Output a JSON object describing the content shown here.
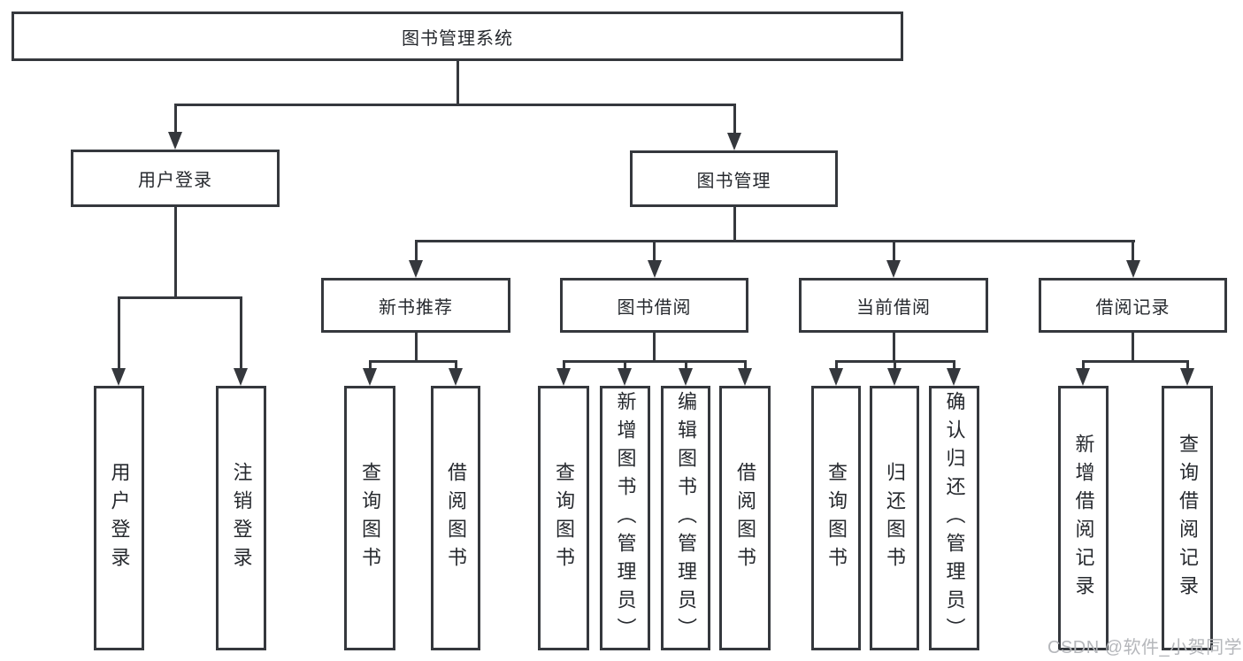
{
  "diagram": {
    "root": {
      "label": "图书管理系统"
    },
    "branches": [
      {
        "label": "用户登录",
        "children": [
          {
            "label": "用户登录"
          },
          {
            "label": "注销登录"
          }
        ]
      },
      {
        "label": "图书管理",
        "children": [
          {
            "label": "新书推荐",
            "children": [
              {
                "label": "查询图书"
              },
              {
                "label": "借阅图书"
              }
            ]
          },
          {
            "label": "图书借阅",
            "children": [
              {
                "label": "查询图书"
              },
              {
                "label": "新增图书（管理员）"
              },
              {
                "label": "编辑图书（管理员）"
              },
              {
                "label": "借阅图书"
              }
            ]
          },
          {
            "label": "当前借阅",
            "children": [
              {
                "label": "查询图书"
              },
              {
                "label": "归还图书"
              },
              {
                "label": "确认归还（管理员）"
              }
            ]
          },
          {
            "label": "借阅记录",
            "children": [
              {
                "label": "新增借阅记录"
              },
              {
                "label": "查询借阅记录"
              }
            ]
          }
        ]
      }
    ]
  },
  "watermark": {
    "text": "CSDN @软件_小贺同学"
  },
  "colors": {
    "line": "#35383d",
    "text": "#26292e",
    "box_fill": "#ffffff",
    "watermark": "#b5b7bb"
  }
}
